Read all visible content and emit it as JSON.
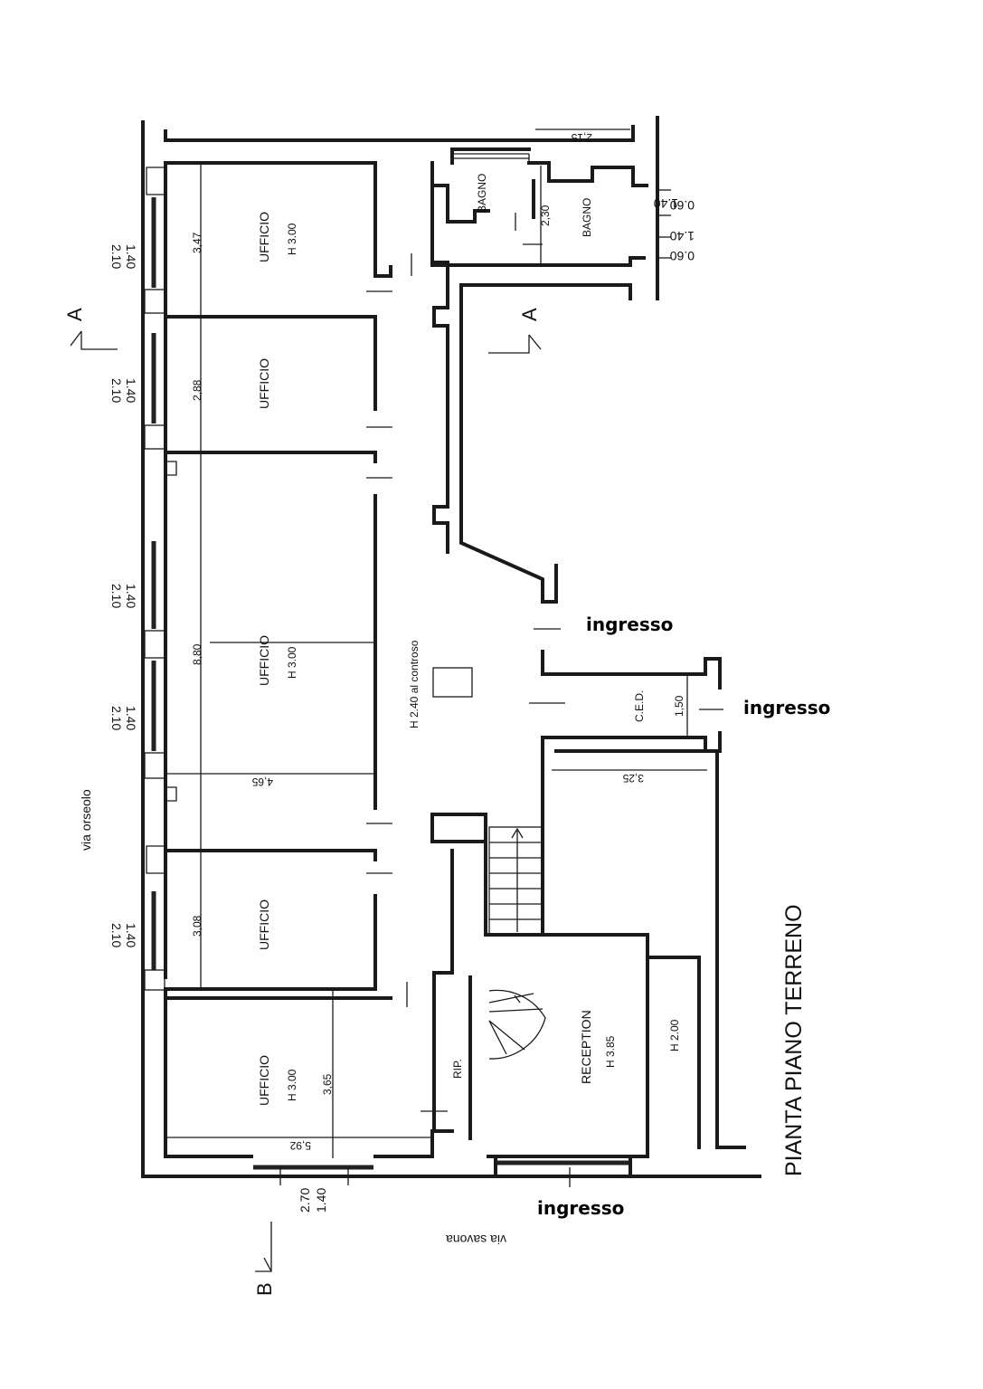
{
  "plan": {
    "title": "PIANTA PIANO TERRENO",
    "streets": {
      "side": "via orseolo",
      "front": "via savona"
    },
    "sections": {
      "a_left": "A",
      "a_right": "A",
      "b": "B"
    },
    "entrances": [
      "ingresso",
      "ingresso",
      "ingresso"
    ],
    "notes": {
      "corridor": "H 2.40 al controso"
    },
    "rooms": [
      {
        "name": "UFFICIO",
        "height": "H 3.00",
        "dim": "3,47"
      },
      {
        "name": "UFFICIO",
        "height": "",
        "dim": "2,88"
      },
      {
        "name": "UFFICIO",
        "height": "H 3.00",
        "dim": "8,80"
      },
      {
        "name": "UFFICIO",
        "height": "",
        "dim": "3,08"
      },
      {
        "name": "UFFICIO",
        "height": "H 3.00",
        "dim": "3,65"
      },
      {
        "name": "BAGNO",
        "height": ""
      },
      {
        "name": "BAGNO",
        "height": "",
        "dim": "2,30"
      },
      {
        "name": "C.E.D.",
        "height": "",
        "dim": "1,50"
      },
      {
        "name": "RECEPTION",
        "height": "H 3.85"
      },
      {
        "name": "RIP.",
        "height": ""
      },
      {
        "name": "",
        "height": "H 2.00"
      }
    ],
    "dims": {
      "d215": "2,15",
      "d465": "4,65",
      "d325": "3,25",
      "d592": "5,92",
      "win_a": "2.10",
      "win_b": "1.40",
      "bath_a": "1.40",
      "bath_b": "0.60",
      "front_a": "2.70",
      "front_b": "1.40"
    }
  }
}
